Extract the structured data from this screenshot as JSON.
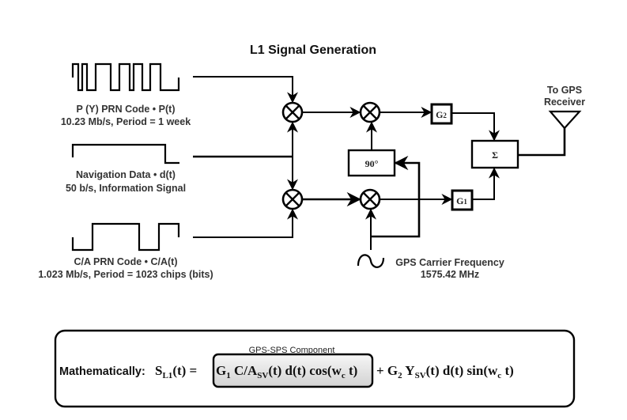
{
  "title": "L1 Signal Generation",
  "inputs": {
    "p_code": {
      "name": "P (Y) PRN Code  •  P(t)",
      "detail": "10.23 Mb/s, Period = 1 week",
      "waveform_bits": [
        1,
        0,
        1,
        0,
        1,
        1,
        0,
        1,
        1,
        0,
        1,
        0,
        1,
        1,
        0,
        0
      ]
    },
    "nav_data": {
      "name": "Navigation Data  •  d(t)",
      "detail": "50 b/s, Information Signal"
    },
    "ca_code": {
      "name": "C/A PRN Code  •  C/A(t)",
      "detail": "1.023 Mb/s, Period = 1023 chips (bits)"
    }
  },
  "blocks": {
    "phase_shift": "90°",
    "gain_2": "G",
    "gain_2_sub": "2",
    "gain_1": "G",
    "gain_1_sub": "1",
    "summer": "Σ",
    "mixer_symbol": "multiplier"
  },
  "output": {
    "line1": "To GPS",
    "line2": "Receiver"
  },
  "carrier": {
    "name": "GPS Carrier Frequency",
    "value": "1575.42 MHz"
  },
  "equation": {
    "prefix": "Mathematically:",
    "component_label": "GPS-SPS Component",
    "lhs": "S",
    "lhs_sub": "L1",
    "lhs_tail": "(t) =",
    "term1_g": "G",
    "term1_g_sub": "1",
    "term1_ca": " C/A",
    "term1_ca_sub": "SV",
    "term1_tail": "(t) d(t) cos(w",
    "term1_w_sub": "c",
    "term1_end": " t)",
    "plus": "+ G",
    "term2_g_sub": "2",
    "term2_y": " Y",
    "term2_y_sub": "SV",
    "term2_tail": "(t) d(t) sin(w",
    "term2_w_sub": "c",
    "term2_end": " t)"
  }
}
